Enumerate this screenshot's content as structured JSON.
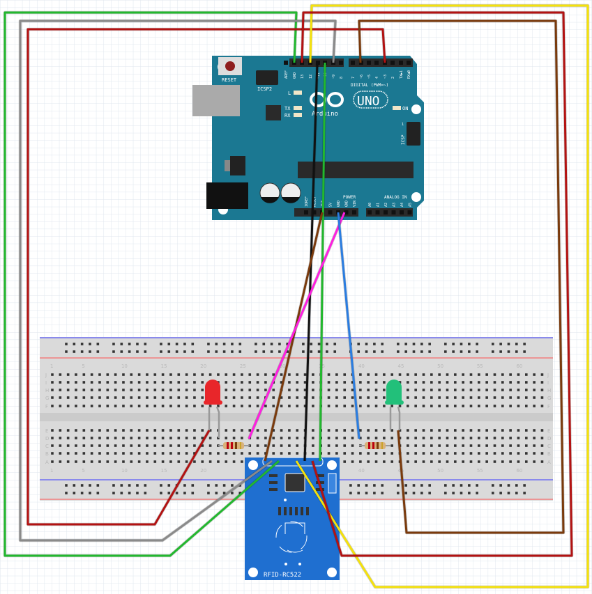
{
  "arduino": {
    "brand": "Arduino",
    "model": "UNO",
    "reset_label": "RESET",
    "icsp2_label": "ICSP2",
    "icsp_label": "ICSP",
    "icsp_pin1": "1",
    "led_l": "L",
    "led_tx": "TX",
    "led_rx": "RX",
    "led_on": "ON",
    "digital_label": "DIGITAL (PWM=~)",
    "power_label": "POWER",
    "analog_label": "ANALOG IN",
    "digital_pins": [
      "AREF",
      "GND",
      "13",
      "12",
      "~11",
      "~10",
      "~9",
      "8",
      "7",
      "~6",
      "~5",
      "4",
      "~3",
      "2",
      "TX▶1",
      "RX◀0"
    ],
    "power_pins": [
      "IOREF",
      "RESET",
      "3V3",
      "5V",
      "GND",
      "GND",
      "VIN"
    ],
    "analog_pins": [
      "A0",
      "A1",
      "A2",
      "A3",
      "A4",
      "A5"
    ],
    "board_color": "#1b7892"
  },
  "rfid": {
    "label": "RFID-RC522",
    "color": "#1f6fd0"
  },
  "breadboard": {
    "rows_top": [
      "J",
      "I",
      "H",
      "G",
      "F"
    ],
    "rows_bottom": [
      "E",
      "D",
      "C",
      "B",
      "A"
    ],
    "column_numbers": [
      "1",
      "5",
      "10",
      "15",
      "20",
      "25",
      "30",
      "35",
      "40",
      "45",
      "50",
      "55",
      "60"
    ]
  },
  "components": {
    "led_red_color": "#e8262a",
    "led_green_color": "#22c07a"
  },
  "wire_colors": {
    "green": "#22b82e",
    "gray": "#8a8a8a",
    "red": "#b31212",
    "yellow": "#f5e20a",
    "brown": "#7a3a0c",
    "black": "#111111",
    "magenta": "#ff1ee0",
    "blue": "#2a7de1"
  }
}
